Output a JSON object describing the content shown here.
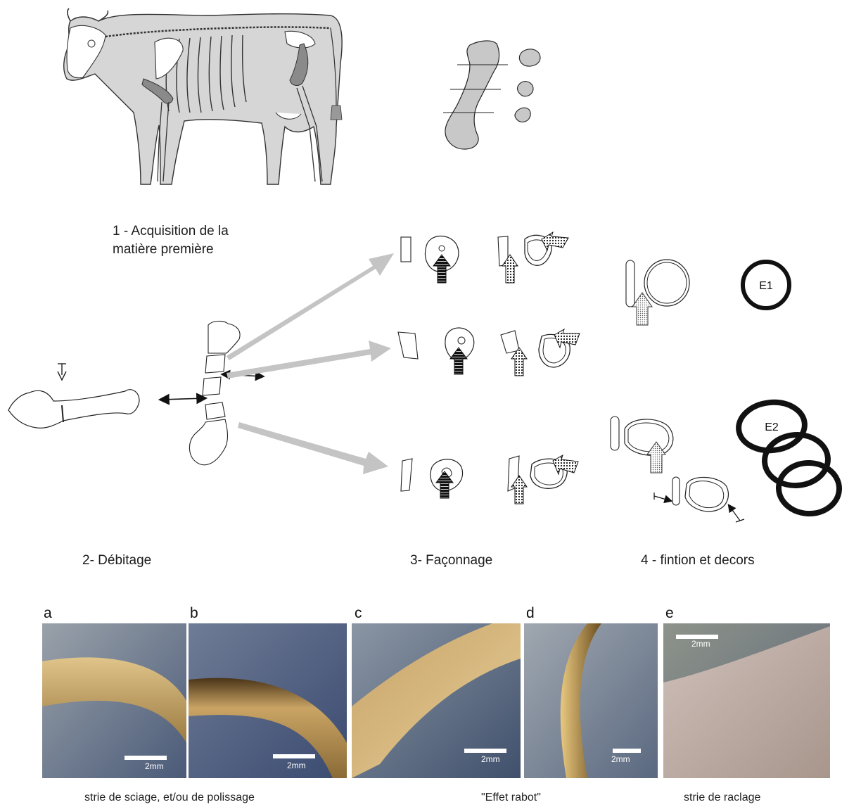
{
  "stages": {
    "acquisition": "1 - Acquisition de la matière première",
    "debitage": "2- Débitage",
    "faconnage": "3- Façonnage",
    "finition": "4 - fintion et decors"
  },
  "rings": {
    "e1": "E1",
    "e2": "E2"
  },
  "photos": [
    {
      "letter": "a",
      "scale": "2mm"
    },
    {
      "letter": "b",
      "scale": "2mm"
    },
    {
      "letter": "c",
      "scale": "2mm"
    },
    {
      "letter": "d",
      "scale": "2mm"
    },
    {
      "letter": "e",
      "scale": "2mm"
    }
  ],
  "captions": {
    "sciage": "strie de sciage, et/ou de polissage",
    "rabot": "\"Effet rabot\"",
    "raclage": "strie de raclage"
  },
  "colors": {
    "arrow_gray": "#c4c4c4",
    "bone_gray": "#c8c8c8",
    "cow_fill": "#d6d6d6"
  }
}
